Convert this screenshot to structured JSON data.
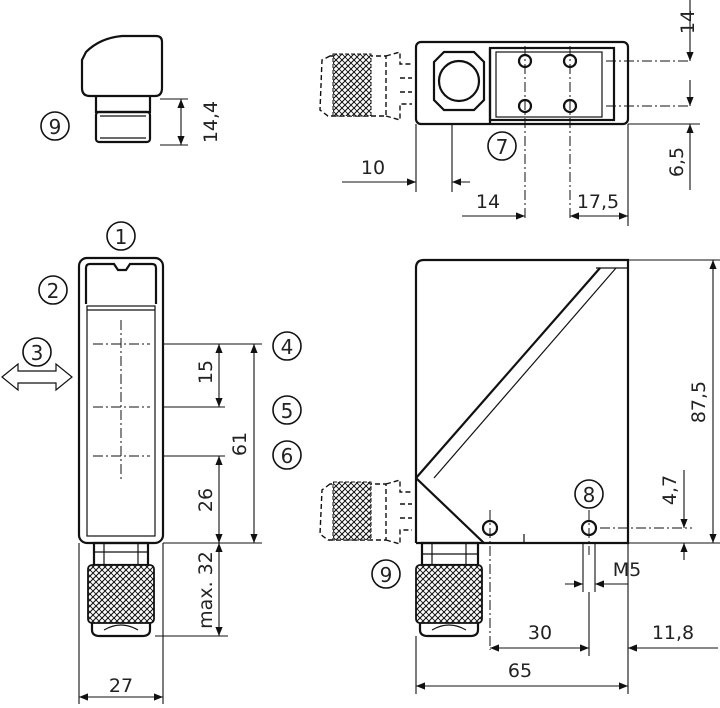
{
  "callouts": [
    "1",
    "2",
    "3",
    "4",
    "5",
    "6",
    "7",
    "8",
    "9"
  ],
  "dimensions": {
    "d14_top": "14",
    "d14_4": "14,4",
    "d6_5": "6,5",
    "d10": "10",
    "d14_mid": "14",
    "d17_5": "17,5",
    "d15": "15",
    "d61": "61",
    "d26": "26",
    "d87_5": "87,5",
    "d4_7": "4,7",
    "d_max32": "max. 32",
    "dM5": "M5",
    "d30": "30",
    "d11_8": "11,8",
    "d65": "65",
    "d27": "27"
  }
}
